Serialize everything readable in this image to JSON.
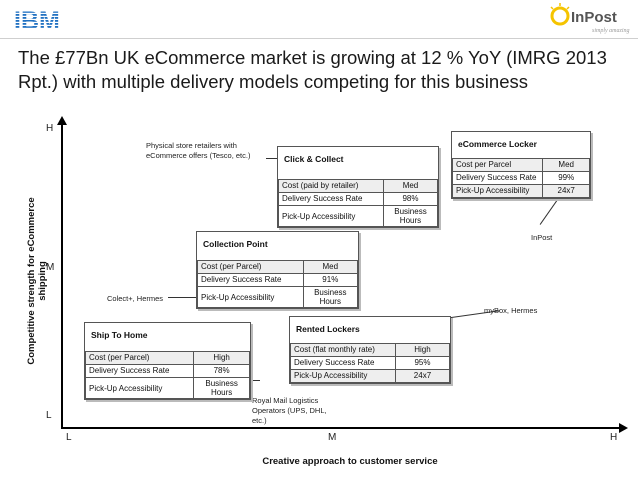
{
  "logos": {
    "ibm": "IBM",
    "inpost": "InPost",
    "inpost_tagline": "simply amazing"
  },
  "title": "The £77Bn UK eCommerce market is growing at 12 % YoY (IMRG 2013 Rpt.) with multiple delivery models competing for this business",
  "axes": {
    "y_label": "Competitive strength for eCommerce shipping",
    "x_label": "Creative approach to customer service",
    "y_ticks": {
      "high": "H",
      "mid": "M",
      "low": "L"
    },
    "x_ticks": {
      "low": "L",
      "mid": "M",
      "high": "H"
    }
  },
  "boxes": {
    "ship_to_home": {
      "title": "Ship To Home",
      "rows": [
        {
          "label": "Cost (per Parcel)",
          "value": "High"
        },
        {
          "label": "Delivery Success Rate",
          "value": "78%"
        },
        {
          "label": "Pick-Up Accessibility",
          "value": "Business Hours"
        }
      ]
    },
    "collection_point": {
      "title": "Collection Point",
      "rows": [
        {
          "label": "Cost (per Parcel)",
          "value": "Med"
        },
        {
          "label": "Delivery Success Rate",
          "value": "91%"
        },
        {
          "label": "Pick-Up Accessibility",
          "value": "Business Hours"
        }
      ]
    },
    "click_collect": {
      "title": "Click & Collect",
      "rows": [
        {
          "label": "Cost (paid by retailer)",
          "value": "Med"
        },
        {
          "label": "Delivery Success Rate",
          "value": "98%"
        },
        {
          "label": "Pick-Up Accessibility",
          "value": "Business Hours"
        }
      ]
    },
    "rented_lockers": {
      "title": "Rented Lockers",
      "rows": [
        {
          "label": "Cost (flat monthly rate)",
          "value": "High"
        },
        {
          "label": "Delivery Success Rate",
          "value": "95%"
        },
        {
          "label": "Pick-Up Accessibility",
          "value": "24x7"
        }
      ]
    },
    "ecommerce_locker": {
      "title": "eCommerce Locker",
      "rows": [
        {
          "label": "Cost per Parcel",
          "value": "Med"
        },
        {
          "label": "Delivery Success Rate",
          "value": "99%"
        },
        {
          "label": "Pick-Up Accessibility",
          "value": "24x7"
        }
      ]
    }
  },
  "notes": {
    "physical_store": "Physical store retailers with eCommerce offers (Tesco, etc.)",
    "colect_hermes": "Colect+, Hermes",
    "royal_mail": "Royal Mail Logistics Operators (UPS, DHL, etc.)",
    "inpost": "InPost",
    "mybox_hermes": "myBox, Hermes"
  },
  "colors": {
    "row_highlight": "#eeeeee",
    "inpost_yellow": "#f5c400",
    "ibm_blue": "#1f70c1"
  }
}
